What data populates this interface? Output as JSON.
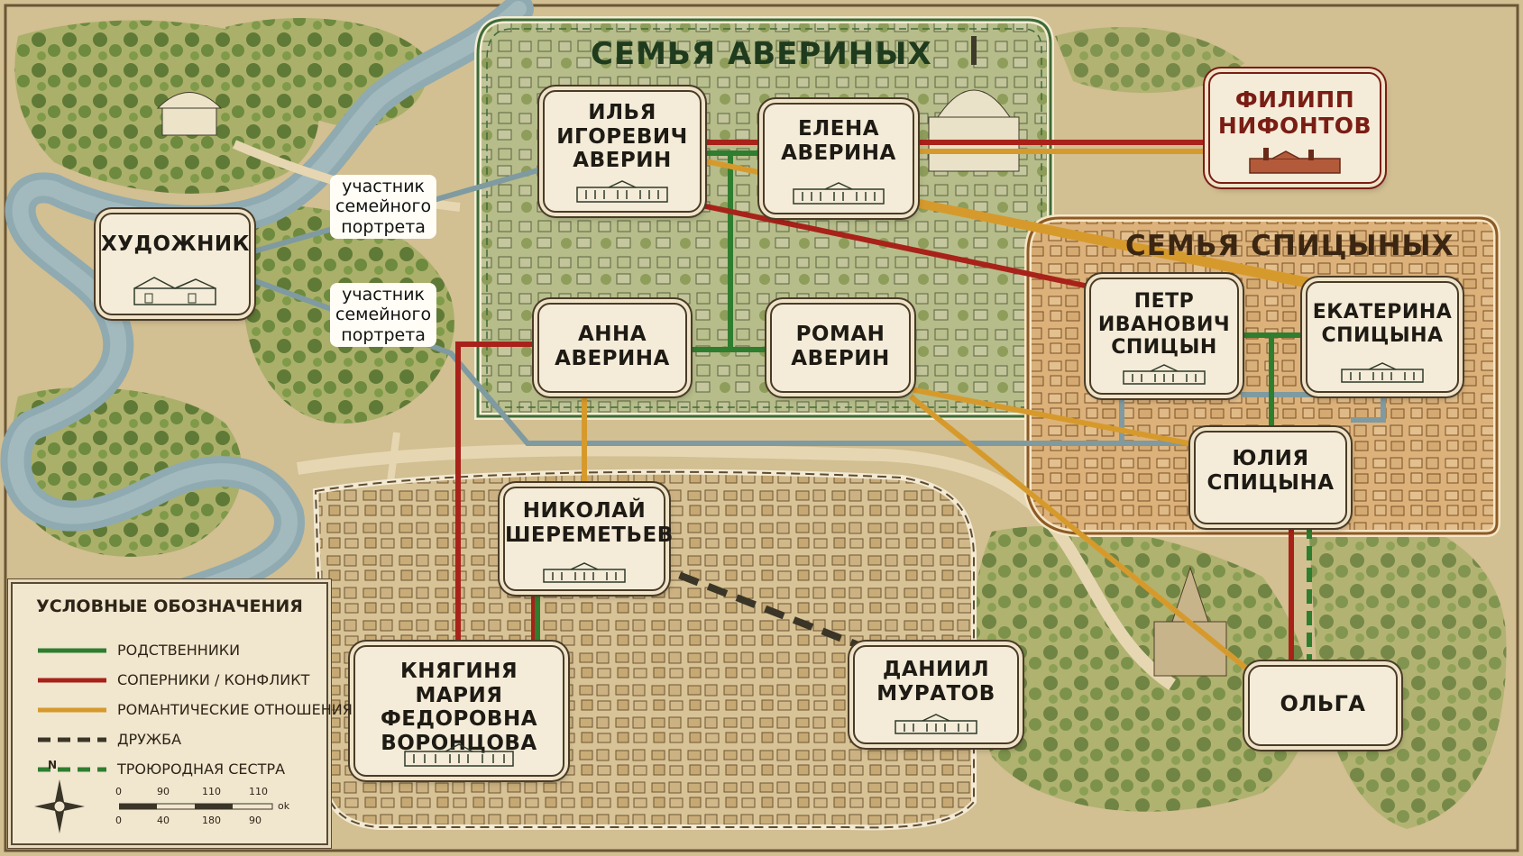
{
  "regions": {
    "averin": {
      "title": "СЕМЬЯ АВЕРИНЫХ"
    },
    "spitsyn": {
      "title": "СЕМЬЯ СПИЦЫНЫХ"
    }
  },
  "nodes": {
    "ilya": {
      "name": "ИЛЬЯ\nИГОРЕВИЧ\nАВЕРИН"
    },
    "elena": {
      "name": "ЕЛЕНА\nАВЕРИНА"
    },
    "anna": {
      "name": "АННА\nАВЕРИНА"
    },
    "roman": {
      "name": "РОМАН\nАВЕРИН"
    },
    "filipp": {
      "name": "ФИЛИПП\nНИФОНТОВ"
    },
    "artist": {
      "name": "ХУДОЖНИК"
    },
    "petr": {
      "name": "ПЕТР\nИВАНОВИЧ\nСПИЦЫН"
    },
    "ekaterina": {
      "name": "ЕКАТЕРИНА\nСПИЦЫНА"
    },
    "yulia": {
      "name": "ЮЛИЯ\nСПИЦЫНА"
    },
    "nikolay": {
      "name": "НИКОЛАЙ\nШЕРЕМЕТЬЕВ"
    },
    "knyaginya": {
      "name": "КНЯГИНЯ\nМАРИЯ ФЕДОРОВНА\nВОРОНЦОВА"
    },
    "daniil": {
      "name": "ДАНИИЛ\nМУРАТОВ"
    },
    "olga": {
      "name": "ОЛЬГА"
    }
  },
  "edge_labels": {
    "portrait_1": "участник\nсемейного\nпортрета",
    "portrait_2": "участник\nсемейного\nпортрета"
  },
  "legend": {
    "title": "УСЛОВНЫЕ ОБОЗНАЧЕНИЯ",
    "items": [
      {
        "label": "РОДСТВЕННИКИ",
        "style": "solid",
        "color": "#2f7d2f"
      },
      {
        "label": "СОПЕРНИКИ / КОНФЛИКТ",
        "style": "solid",
        "color": "#a8221a"
      },
      {
        "label": "РОМАНТИЧЕСКИЕ ОТНОШЕНИЯ",
        "style": "solid",
        "color": "#d69a2c"
      },
      {
        "label": "ДРУЖБА",
        "style": "dashed",
        "color": "#3a3527"
      },
      {
        "label": "ТРОЮРОДНАЯ СЕСТРА",
        "style": "dashed",
        "color": "#2f7d2f"
      }
    ],
    "compass_letter": "N",
    "scale_top": [
      "0",
      "90",
      "110",
      "110"
    ],
    "scale_bottom": [
      "0",
      "40",
      "180",
      "90"
    ],
    "scale_unit": "ok"
  },
  "relations": [
    {
      "from": "ilya",
      "to": "elena",
      "type": "conflict"
    },
    {
      "from": "ilya",
      "to": "elena",
      "type": "relatives"
    },
    {
      "from": "ilya",
      "to": "anna",
      "type": "relatives"
    },
    {
      "from": "ilya",
      "to": "roman",
      "type": "relatives"
    },
    {
      "from": "anna",
      "to": "roman",
      "type": "relatives"
    },
    {
      "from": "elena",
      "to": "filipp",
      "type": "conflict"
    },
    {
      "from": "elena",
      "to": "filipp",
      "type": "romance"
    },
    {
      "from": "ilya",
      "to": "petr",
      "type": "conflict"
    },
    {
      "from": "ilya",
      "to": "ekaterina",
      "type": "romance"
    },
    {
      "from": "elena",
      "to": "ekaterina",
      "type": "romance"
    },
    {
      "from": "artist",
      "to": "ilya",
      "type": "portrait"
    },
    {
      "from": "artist",
      "to": "yulia",
      "type": "portrait"
    },
    {
      "from": "petr",
      "to": "ekaterina",
      "type": "relatives"
    },
    {
      "from": "petr",
      "to": "yulia",
      "type": "relatives"
    },
    {
      "from": "roman",
      "to": "yulia",
      "type": "romance"
    },
    {
      "from": "roman",
      "to": "olga",
      "type": "romance"
    },
    {
      "from": "anna",
      "to": "nikolay",
      "type": "romance"
    },
    {
      "from": "anna",
      "to": "knyaginya",
      "type": "conflict"
    },
    {
      "from": "nikolay",
      "to": "knyaginya",
      "type": "relatives"
    },
    {
      "from": "nikolay",
      "to": "daniil",
      "type": "friendship"
    },
    {
      "from": "yulia",
      "to": "olga",
      "type": "conflict"
    },
    {
      "from": "yulia",
      "to": "olga",
      "type": "cousin"
    }
  ],
  "colors": {
    "relatives": "#2f7d2f",
    "conflict": "#a8221a",
    "romance": "#d69a2c",
    "friendship": "#3a3527",
    "portrait": "#7f9aa0",
    "cousin": "#2f7d2f"
  }
}
